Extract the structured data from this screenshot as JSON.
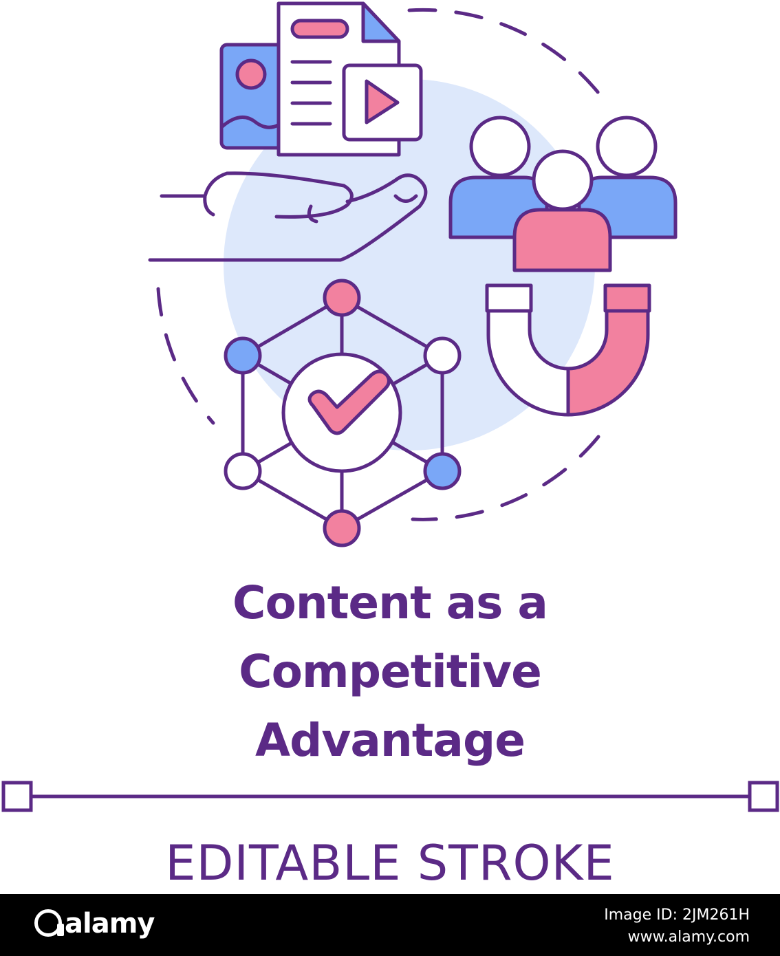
{
  "colors": {
    "outline": "#5b2a86",
    "blue": "#7aa7f7",
    "pink": "#f2819f",
    "light_blue_circle": "#dde8fb",
    "doc_pink": "#f3879f",
    "footer_bg": "#000000",
    "footer_text": "#ffffff"
  },
  "illustration": {
    "icons": [
      "image-icon",
      "document-icon",
      "video-play-icon",
      "open-hand-icon",
      "people-group-icon",
      "magnet-icon",
      "network-hexagon-icon",
      "checkmark-icon"
    ]
  },
  "title": {
    "line1": "Content as a",
    "line2": "Competitive",
    "line3": "Advantage"
  },
  "editable_stroke_label": "EDITABLE STROKE",
  "footer": {
    "brand": "alamy",
    "image_id": "Image ID: 2JM261H",
    "site": "www.alamy.com"
  }
}
